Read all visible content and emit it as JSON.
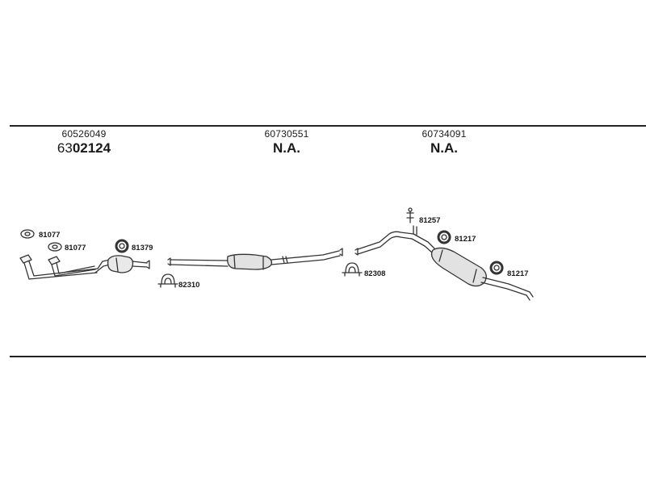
{
  "sections": [
    {
      "oem": "60526049",
      "ref_prefix": "63",
      "ref_main": "02124"
    },
    {
      "oem": "60730551",
      "ref_prefix": "",
      "ref_main": "N.A."
    },
    {
      "oem": "60734091",
      "ref_prefix": "",
      "ref_main": "N.A."
    }
  ],
  "parts": {
    "gasket_1": "81077",
    "gasket_2": "81077",
    "ring_1": "81379",
    "clamp_1": "82310",
    "clamp_2": "82308",
    "hanger_1": "81257",
    "ring_2": "81217",
    "ring_3": "81217"
  }
}
